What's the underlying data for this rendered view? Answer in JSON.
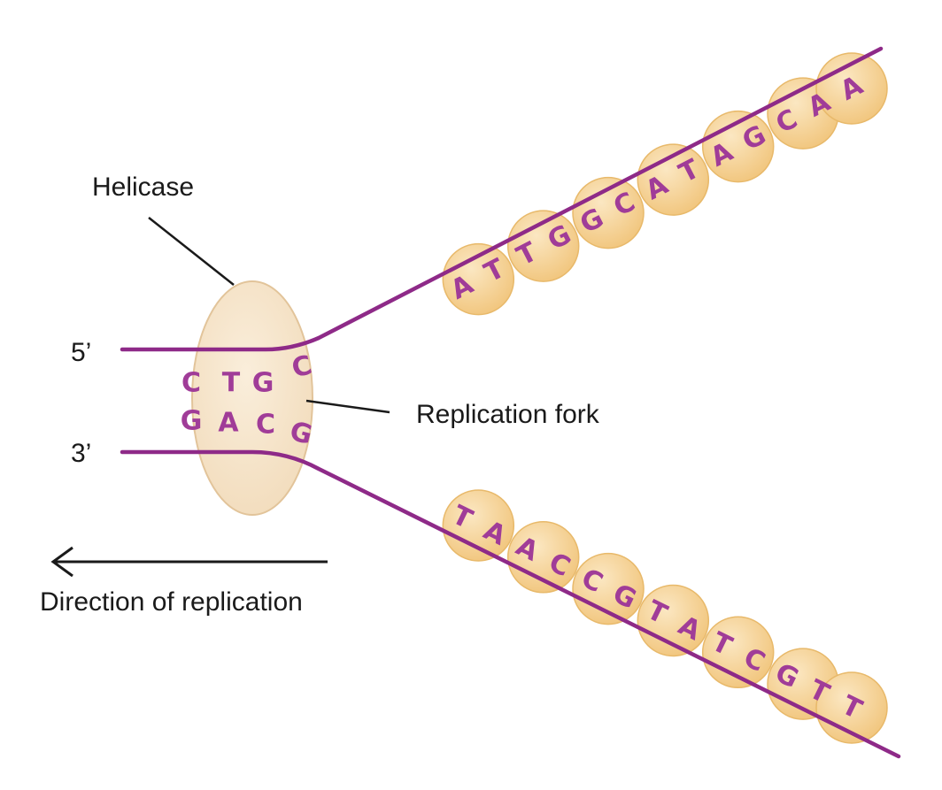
{
  "labels": {
    "helicase": "Helicase",
    "five_prime": "5’",
    "three_prime": "3’",
    "replication_fork": "Replication fork",
    "direction": "Direction of replication"
  },
  "paired_bases": {
    "top": [
      "C",
      "T",
      "G",
      "C"
    ],
    "bottom": [
      "G",
      "A",
      "C",
      "G"
    ]
  },
  "upper_strand_bases": [
    "A",
    "T",
    "T",
    "G",
    "G",
    "C",
    "A",
    "T",
    "A",
    "G",
    "C",
    "A",
    "A"
  ],
  "lower_strand_bases": [
    "T",
    "A",
    "A",
    "C",
    "C",
    "G",
    "T",
    "A",
    "T",
    "C",
    "G",
    "T",
    "T"
  ],
  "colors": {
    "strand": "#8e2a88",
    "base_letter": "#a03c98",
    "bead_fill": "#f6d8a0",
    "helicase_fill": "#f7e4c8",
    "helicase_stroke": "#e2c49a",
    "text": "#1a1a1a"
  },
  "icons": {
    "direction_arrow": "arrow-left-icon"
  }
}
